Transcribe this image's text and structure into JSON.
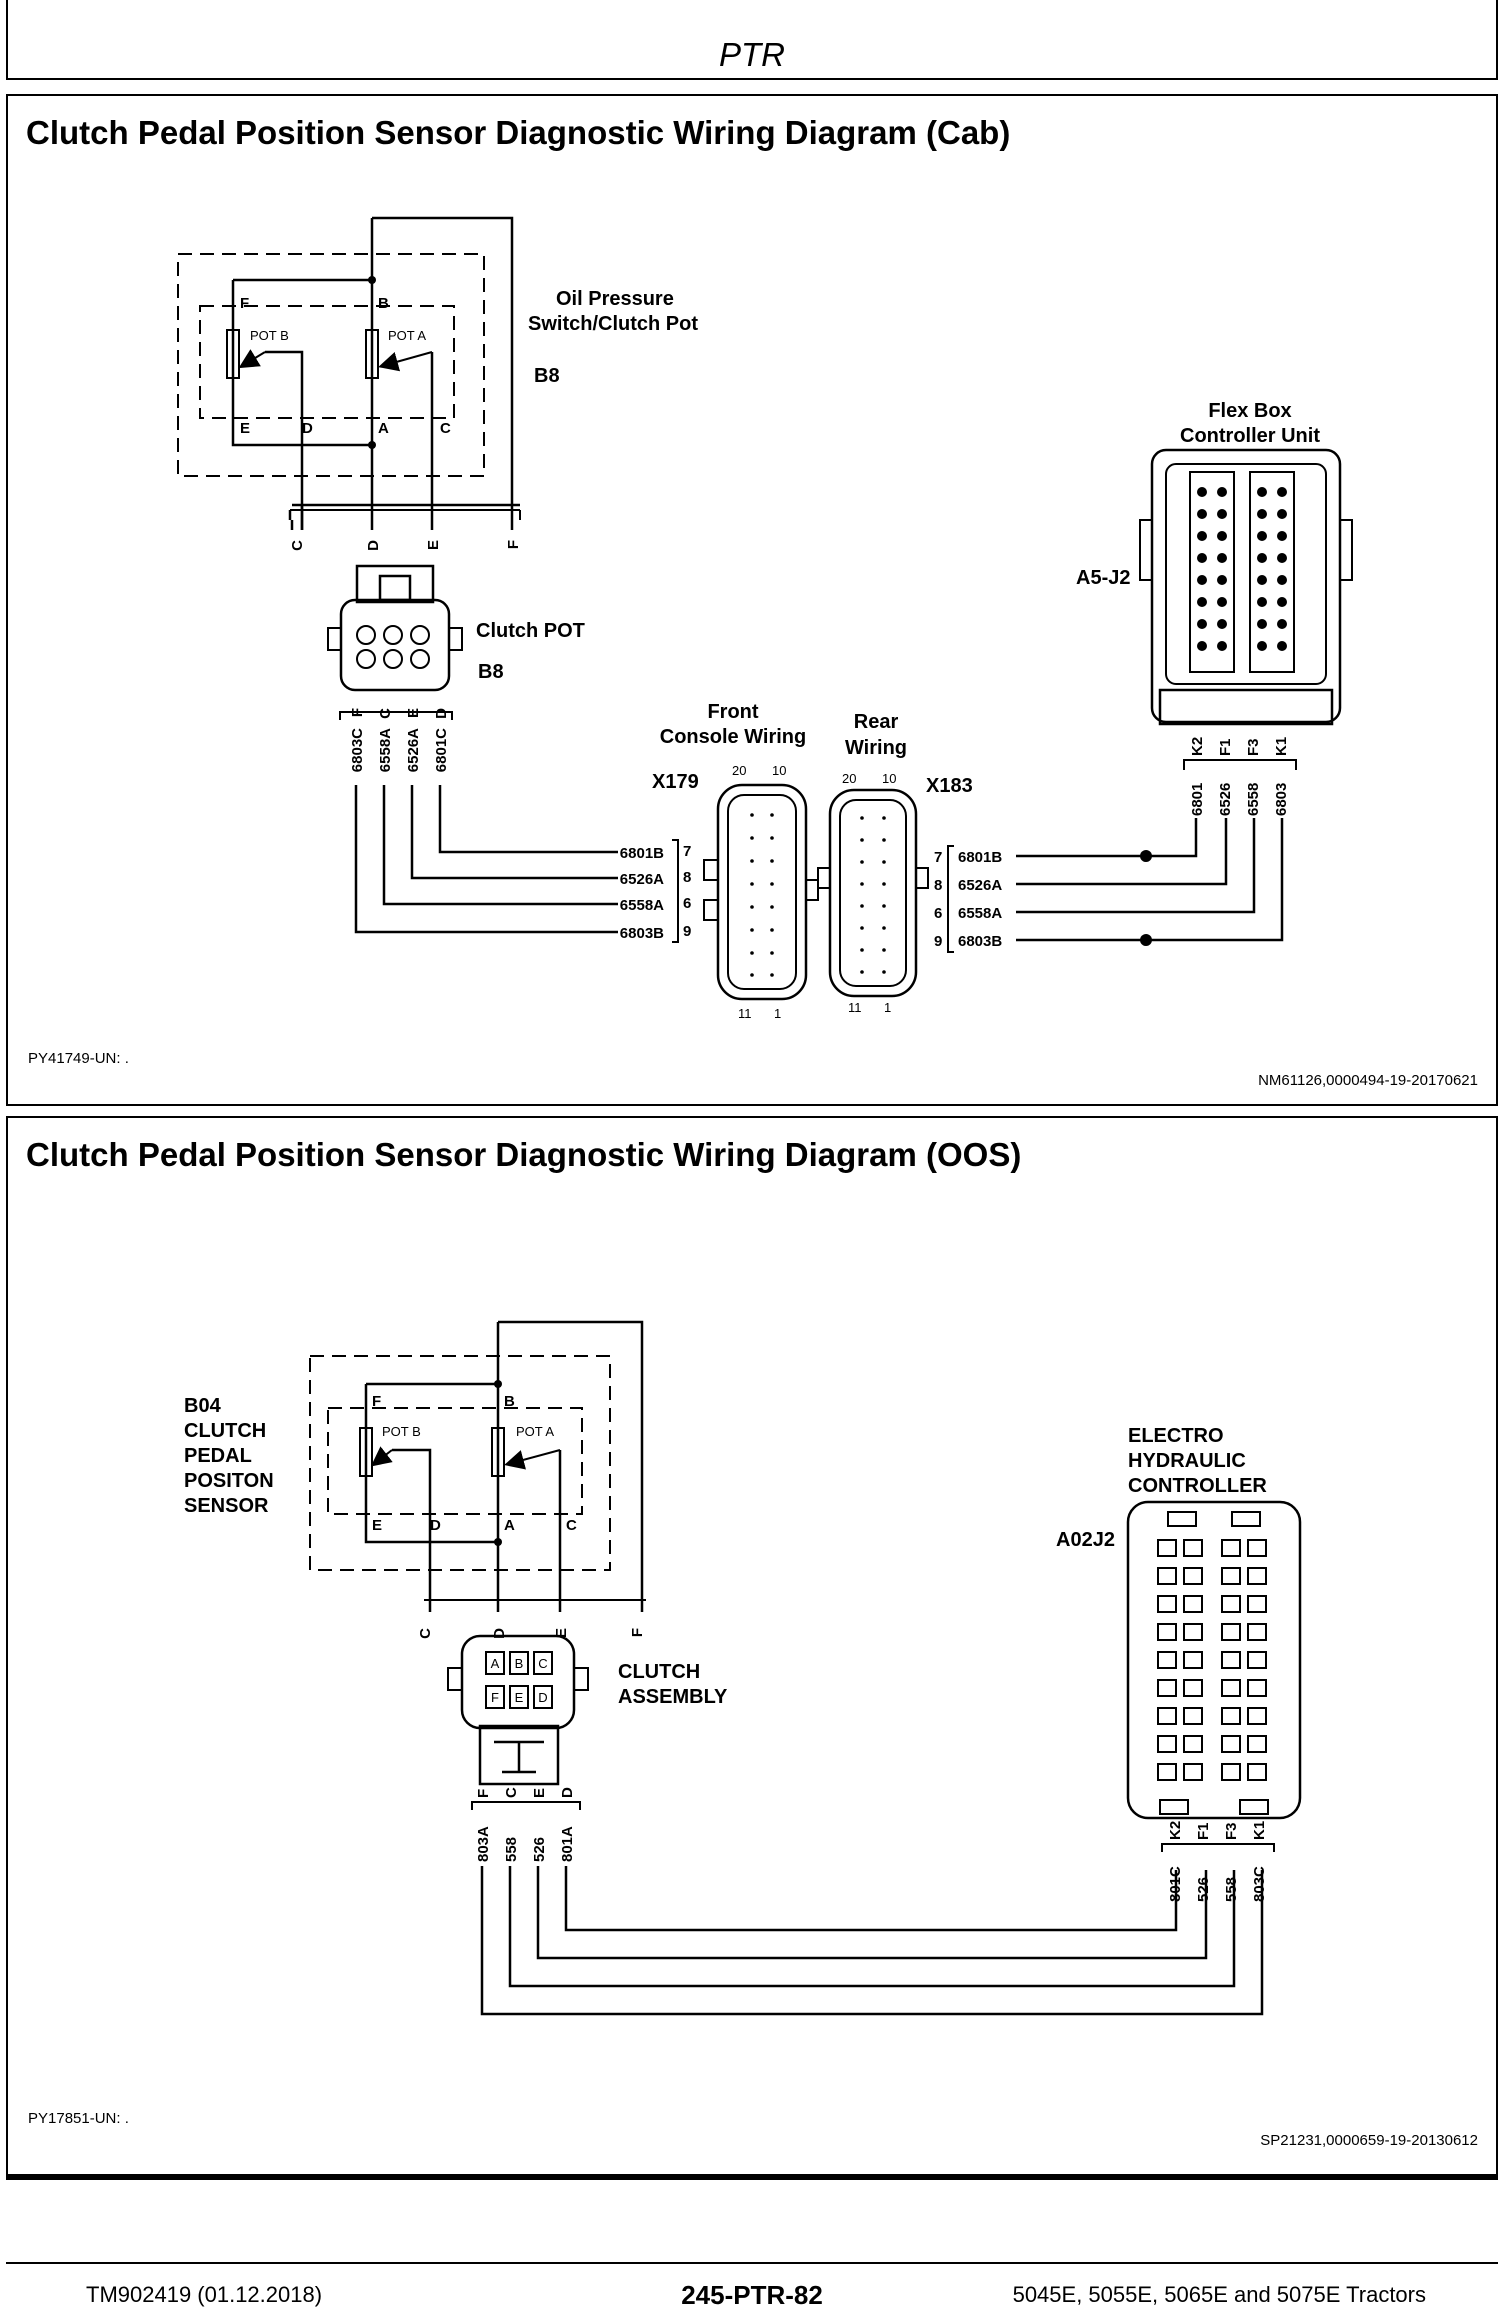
{
  "header": {
    "section": "PTR"
  },
  "cab": {
    "title": "Clutch Pedal Position Sensor Diagnostic Wiring Diagram (Cab)",
    "switch_label_1": "Oil Pressure",
    "switch_label_2": "Switch/Clutch Pot",
    "switch_code": "B8",
    "pot_b": "POT B",
    "pot_a": "POT A",
    "terms": {
      "f": "F",
      "b": "B",
      "e": "E",
      "d": "D",
      "a": "A",
      "c": "C"
    },
    "bottom_pins": [
      "C",
      "D",
      "E",
      "F"
    ],
    "clutch_pot_label": "Clutch POT",
    "clutch_pot_code": "B8",
    "conn_pins": [
      "F",
      "C",
      "E",
      "D"
    ],
    "conn_wires": [
      "6803C",
      "6558A",
      "6526A",
      "6801C"
    ],
    "front_label_1": "Front",
    "front_label_2": "Console Wiring",
    "front_code": "X179",
    "rear_label_1": "Rear",
    "rear_label_2": "Wiring",
    "rear_code": "X183",
    "pin20": "20",
    "pin10": "10",
    "pin11": "11",
    "pin1": "1",
    "left_wires": [
      {
        "wire": "6801B",
        "pin": "7"
      },
      {
        "wire": "6526A",
        "pin": "8"
      },
      {
        "wire": "6558A",
        "pin": "6"
      },
      {
        "wire": "6803B",
        "pin": "9"
      }
    ],
    "right_wires": [
      {
        "pin": "7",
        "wire": "6801B"
      },
      {
        "pin": "8",
        "wire": "6526A"
      },
      {
        "pin": "6",
        "wire": "6558A"
      },
      {
        "pin": "9",
        "wire": "6803B"
      }
    ],
    "flex_label_1": "Flex Box",
    "flex_label_2": "Controller Unit",
    "flex_code": "A5-J2",
    "flex_pins": [
      "K2",
      "F1",
      "F3",
      "K1"
    ],
    "flex_wires": [
      "6801",
      "6526",
      "6558",
      "6803"
    ],
    "image_ref": "PY41749-UN: .",
    "doc_ref": "NM61126,0000494-19-20170621"
  },
  "oos": {
    "title": "Clutch Pedal Position Sensor Diagnostic Wiring Diagram (OOS)",
    "sensor_label": [
      "B04",
      "CLUTCH",
      "PEDAL",
      "POSITON",
      "SENSOR"
    ],
    "pot_b": "POT B",
    "pot_a": "POT A",
    "terms": {
      "f": "F",
      "b": "B",
      "e": "E",
      "d": "D",
      "a": "A",
      "c": "C"
    },
    "bottom_pins": [
      "C",
      "D",
      "E",
      "F"
    ],
    "clutch_label_1": "CLUTCH",
    "clutch_label_2": "ASSEMBLY",
    "conn_top": [
      "A",
      "B",
      "C"
    ],
    "conn_bot": [
      "F",
      "E",
      "D"
    ],
    "conn_pins": [
      "F",
      "C",
      "E",
      "D"
    ],
    "conn_wires": [
      "803A",
      "558",
      "526",
      "801A"
    ],
    "ehc_label": [
      "ELECTRO",
      "HYDRAULIC",
      "CONTROLLER"
    ],
    "ehc_code": "A02J2",
    "ehc_pins": [
      "K2",
      "F1",
      "F3",
      "K1"
    ],
    "ehc_wires": [
      "801C",
      "526",
      "558",
      "803C"
    ],
    "image_ref": "PY17851-UN: .",
    "doc_ref": "SP21231,0000659-19-20130612"
  },
  "footer": {
    "left": "TM902419 (01.12.2018)",
    "center": "245-PTR-82",
    "right": "5045E, 5055E, 5065E and 5075E Tractors"
  }
}
